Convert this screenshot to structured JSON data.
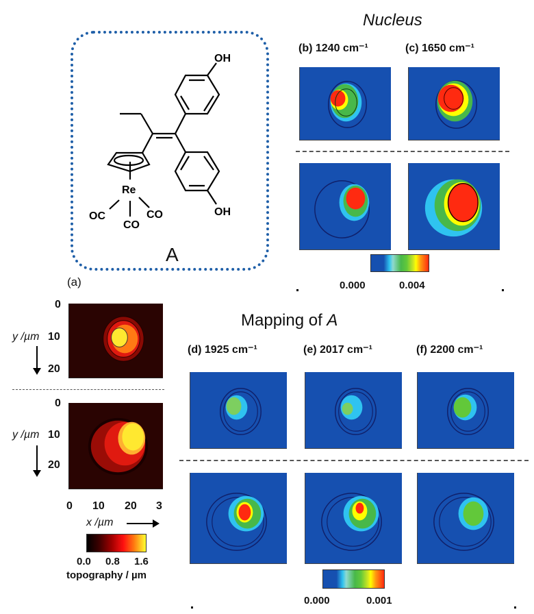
{
  "molecule": {
    "label": "A",
    "atoms": {
      "oh_top": "OH",
      "oh_bottom": "OH",
      "metal": "Re",
      "co_left": "OC",
      "co_center": "CO",
      "co_right": "CO"
    },
    "box_color": "#1f5fa8"
  },
  "nucleus": {
    "title": "Nucleus",
    "panels": [
      {
        "label": "(b) 1240 cm⁻¹"
      },
      {
        "label": "(c) 1650 cm⁻¹"
      }
    ],
    "colorbar": {
      "min": "0.000",
      "max": "0.004"
    }
  },
  "topography": {
    "panel_label": "(a)",
    "y_axis": {
      "label": "y /µm",
      "ticks_top": [
        "0",
        "10",
        "20"
      ],
      "ticks_bottom": [
        "0",
        "10",
        "20"
      ]
    },
    "x_axis": {
      "label": "x /µm",
      "ticks": [
        "0",
        "10",
        "20",
        "3"
      ]
    },
    "colorbar": {
      "ticks": [
        "0.0",
        "0.8",
        "1.6"
      ],
      "label": "topography / µm"
    }
  },
  "mapping": {
    "title_prefix": "Mapping of ",
    "title_italic": "A",
    "panels": [
      {
        "label": "(d) 1925 cm⁻¹"
      },
      {
        "label": "(e) 2017 cm⁻¹"
      },
      {
        "label": "(f) 2200 cm⁻¹"
      }
    ],
    "colorbar": {
      "min": "0.000",
      "max": "0.001"
    }
  },
  "colors": {
    "map_background": "#1650b0",
    "topo_background": "#2a0402"
  }
}
